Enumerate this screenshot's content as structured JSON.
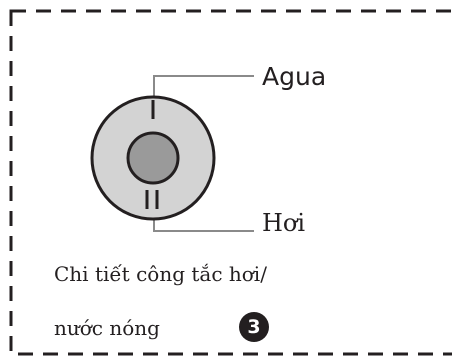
{
  "labels": {
    "top": "Agua",
    "bottom": "Hơi"
  },
  "switch_marks": {
    "top": "I",
    "bottom": "II"
  },
  "caption": {
    "line1": "Chi tiết công tắc hơi/",
    "line2": "nước nóng",
    "step_number": "3"
  },
  "colors": {
    "ink": "#231f20",
    "leader_line": "#8a8a8a",
    "dial_outer": "#d3d3d3",
    "dial_center": "#9a9a9a"
  }
}
